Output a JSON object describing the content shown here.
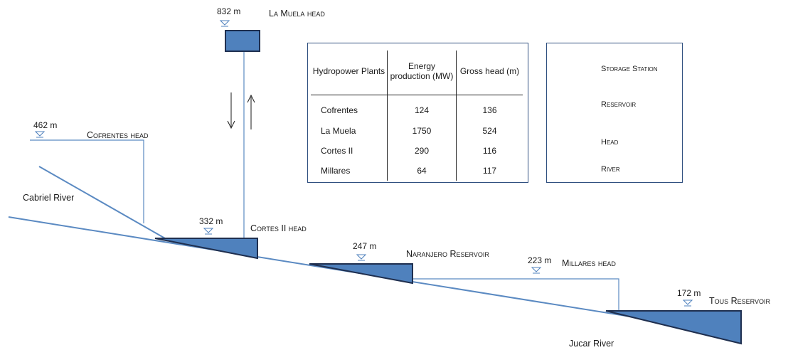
{
  "colors": {
    "fill": "#4f81bd",
    "stroke": "#1f2f4f",
    "line": "#5b8ac2"
  },
  "elevations": {
    "la_muela": "832 m",
    "cofrentes": "462 m",
    "cortes": "332 m",
    "naranjero": "247 m",
    "millares": "223 m",
    "tous": "172 m"
  },
  "labels": {
    "la_muela": "La Muela head",
    "cofrentes": "Cofrentes head",
    "cortes": "Cortes II head",
    "naranjero": "Naranjero Reservoir",
    "millares": "Millares head",
    "tous": "Tous Reservoir",
    "cabriel": "Cabriel River",
    "jucar": "Jucar River"
  },
  "arrows": {
    "down": "↓",
    "up": "↑"
  },
  "table": {
    "headers": [
      "Hydropower Plants",
      "Energy production (MW)",
      "Gross head (m)"
    ],
    "rows": [
      [
        "Cofrentes",
        "124",
        "136"
      ],
      [
        "La Muela",
        "1750",
        "524"
      ],
      [
        "Cortes II",
        "290",
        "116"
      ],
      [
        "Millares",
        "64",
        "117"
      ]
    ]
  },
  "legend": {
    "storage": "Storage Station",
    "reservoir": "Reservoir",
    "head": "Head",
    "river": "River"
  }
}
